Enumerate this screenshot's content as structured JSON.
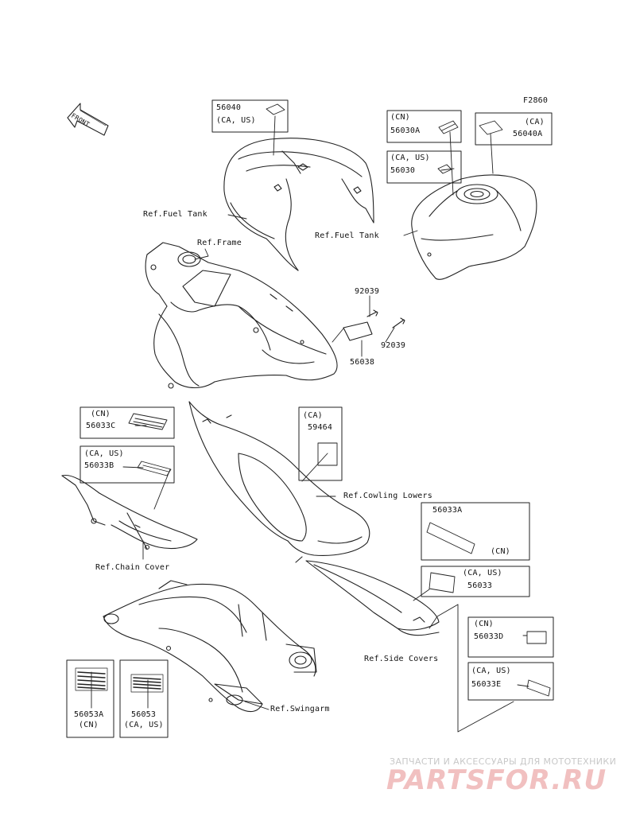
{
  "figure_id": "F2860",
  "front_arrow_label": "FRONT",
  "callouts": {
    "c56040": {
      "number": "56040",
      "region": "(CA, US)"
    },
    "c56030A": {
      "region": "(CN)",
      "number": "56030A"
    },
    "c56030": {
      "region": "(CA, US)",
      "number": "56030"
    },
    "c56040A": {
      "region": "(CA)",
      "number": "56040A"
    },
    "c92039_top": {
      "number": "92039"
    },
    "c92039_bottom": {
      "number": "92039"
    },
    "c56038": {
      "number": "56038"
    },
    "c56033C": {
      "region": "(CN)",
      "number": "56033C"
    },
    "c56033B": {
      "region": "(CA, US)",
      "number": "56033B"
    },
    "c59464": {
      "region": "(CA)",
      "number": "59464"
    },
    "c56033A": {
      "number": "56033A",
      "region": "(CN)"
    },
    "c56033": {
      "region": "(CA, US)",
      "number": "56033"
    },
    "c56033D": {
      "region": "(CN)",
      "number": "56033D"
    },
    "c56033E": {
      "region": "(CA, US)",
      "number": "56033E"
    },
    "c56053A": {
      "number": "56053A",
      "region": "(CN)"
    },
    "c56053": {
      "number": "56053",
      "region": "(CA, US)"
    }
  },
  "refs": {
    "fuel_tank_left": "Ref.Fuel Tank",
    "fuel_tank_right": "Ref.Fuel Tank",
    "frame": "Ref.Frame",
    "cowling_lowers": "Ref.Cowling Lowers",
    "chain_cover": "Ref.Chain Cover",
    "side_covers": "Ref.Side Covers",
    "swingarm": "Ref.Swingarm"
  },
  "watermark": {
    "tagline": "ЗАПЧАСТИ И АКСЕССУАРЫ ДЛЯ МОТОТЕХНИКИ",
    "logo": "PARTSFOR.RU"
  }
}
